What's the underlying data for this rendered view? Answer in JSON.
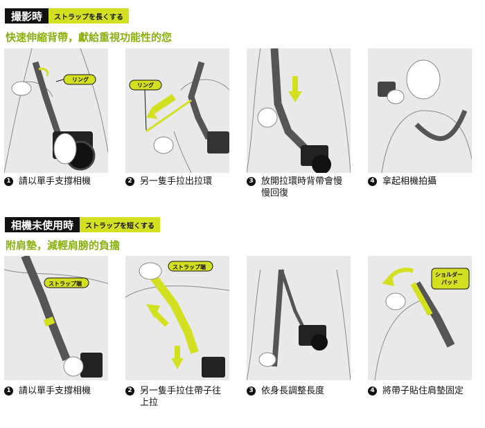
{
  "section1": {
    "title": "撮影時",
    "tag": "ストラップを長くする",
    "subtitle": "快速伸縮背帶，獻給重視功能性的您",
    "steps": [
      {
        "num": "1",
        "text": "請以單手支撐相機",
        "callout": "リング"
      },
      {
        "num": "2",
        "text": "另一隻手拉出拉環",
        "callout": "リング"
      },
      {
        "num": "3",
        "text": "放開拉環時背帶會慢慢回復"
      },
      {
        "num": "4",
        "text": "拿起相機拍攝"
      }
    ]
  },
  "section2": {
    "title": "相機未使用時",
    "tag": "ストラップを短くする",
    "subtitle": "附肩墊，減輕肩膀的負擔",
    "steps": [
      {
        "num": "1",
        "text": "請以單手支撐相機",
        "callout": "ストラップ端"
      },
      {
        "num": "2",
        "text": "另一隻手拉住帶子往上拉",
        "callout": "ストラップ端"
      },
      {
        "num": "3",
        "text": "依身長調整長度"
      },
      {
        "num": "4",
        "text": "將帶子貼住肩墊固定",
        "callout_line1": "ショルダー",
        "callout_line2": "パッド"
      }
    ]
  },
  "colors": {
    "accent": "#d3e021",
    "subtitle": "#8ab012",
    "panel": "#e9e9e9",
    "strap": "#555555"
  }
}
